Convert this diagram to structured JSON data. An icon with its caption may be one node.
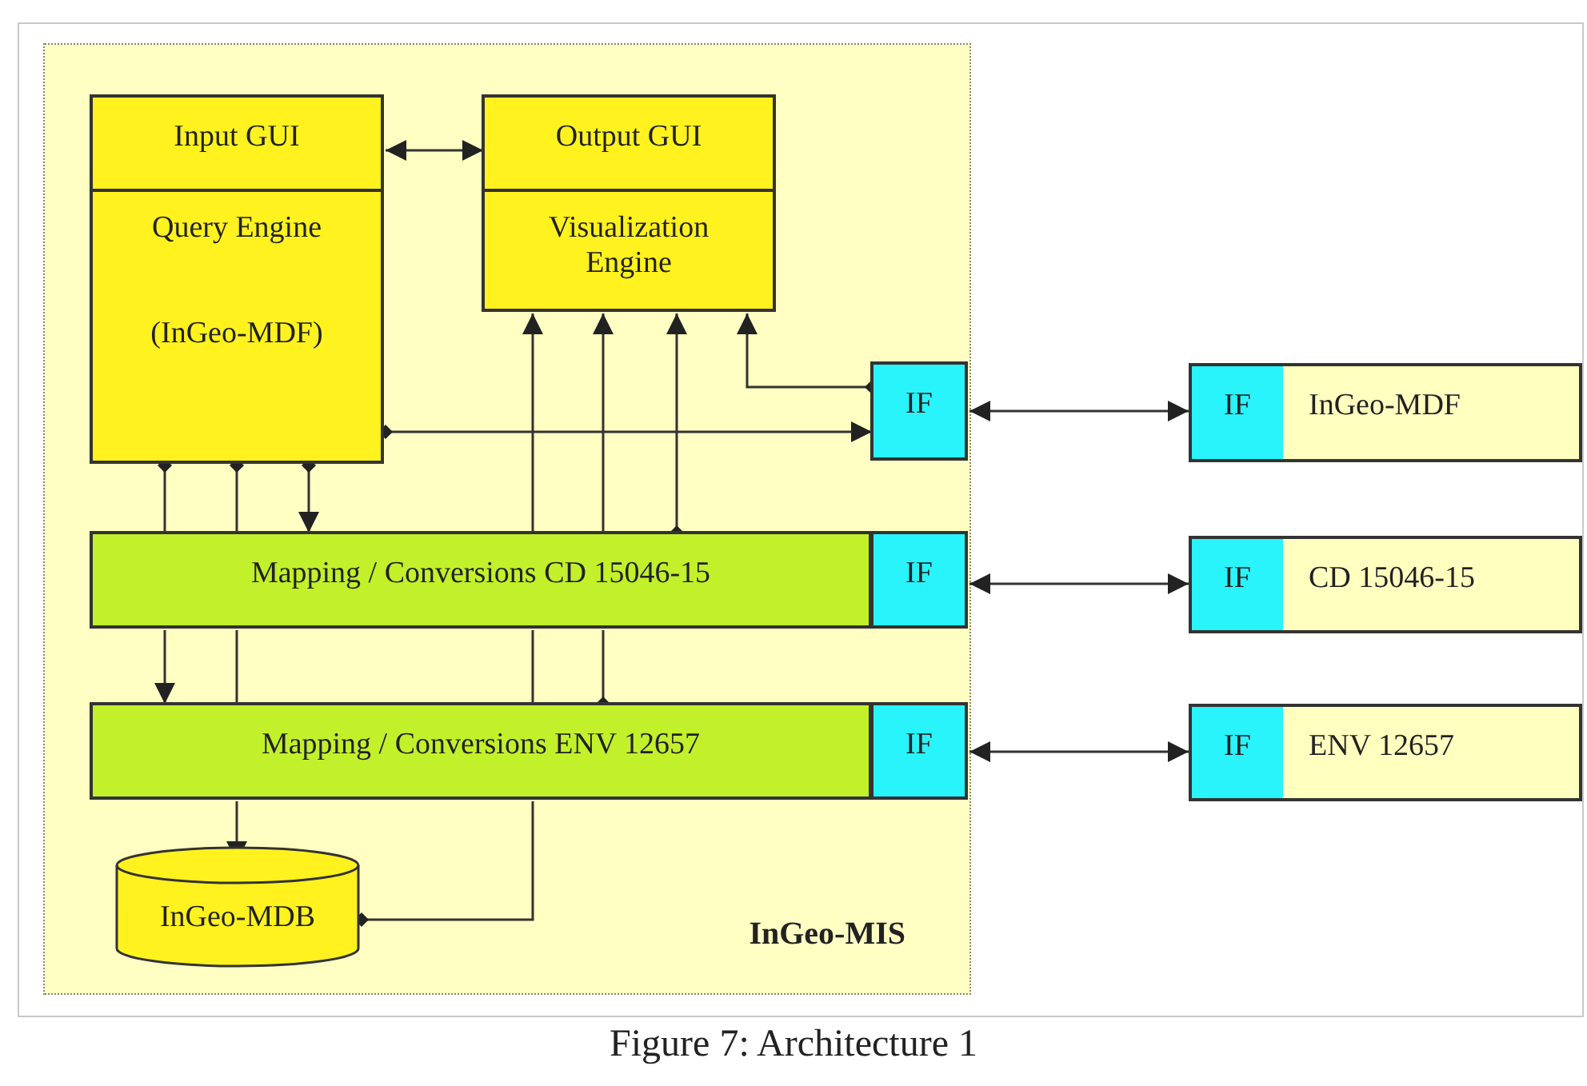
{
  "diagram": {
    "caption": "Figure 7: Architecture 1",
    "nodes": [
      {
        "text": [
          "InGeo-MIS"
        ]
      },
      {
        "text": [
          "Input GUI",
          "Query Engine",
          "(InGeo-MDF)"
        ],
        "in": 0
      },
      {
        "text": [
          "Output GUI",
          "Visualization Engine"
        ],
        "in": 0
      },
      {
        "text": [
          "IF"
        ],
        "in": 0
      },
      {
        "text": [
          "Mapping / Conversions CD 15046-15"
        ],
        "in": 0
      },
      {
        "text": [
          "IF"
        ],
        "in": 0
      },
      {
        "text": [
          "Mapping / Conversions ENV 12657"
        ],
        "in": 0
      },
      {
        "text": [
          "IF"
        ],
        "in": 0
      },
      {
        "text": [
          "InGeo-MDB"
        ],
        "in": 0
      },
      {
        "text": [
          "IF"
        ]
      },
      {
        "text": [
          "InGeo-MDF"
        ]
      },
      {
        "text": [
          "IF"
        ]
      },
      {
        "text": [
          "CD 15046-15"
        ]
      },
      {
        "text": [
          "IF"
        ]
      },
      {
        "text": [
          "ENV 12657"
        ]
      }
    ],
    "edges": [
      {
        "from": 1,
        "to": 2,
        "arrow": "both"
      },
      {
        "from": 1,
        "to": 3,
        "arrow": "to"
      },
      {
        "from": 1,
        "to": 4,
        "arrow": "other"
      },
      {
        "from": 4,
        "to": 6,
        "arrow": "to"
      },
      {
        "from": 1,
        "to": 4,
        "arrow": "other"
      },
      {
        "from": 4,
        "to": 6,
        "arrow": "none"
      },
      {
        "from": 6,
        "to": 8,
        "arrow": "to"
      },
      {
        "from": 1,
        "to": 4,
        "arrow": "to"
      },
      {
        "from": 8,
        "to": 6,
        "arrow": "other"
      },
      {
        "from": 6,
        "to": 4,
        "arrow": "none"
      },
      {
        "from": 4,
        "to": 2,
        "arrow": "to"
      },
      {
        "from": 6,
        "to": 4,
        "arrow": "other"
      },
      {
        "from": 4,
        "to": 2,
        "arrow": "to"
      },
      {
        "from": 4,
        "to": 2,
        "arrow": "to"
      },
      {
        "from": 3,
        "to": 2,
        "arrow": "to"
      },
      {
        "from": 3,
        "to": 9,
        "arrow": "both"
      },
      {
        "from": 5,
        "to": 11,
        "arrow": "both"
      },
      {
        "from": 7,
        "to": 13,
        "arrow": "both"
      }
    ]
  }
}
